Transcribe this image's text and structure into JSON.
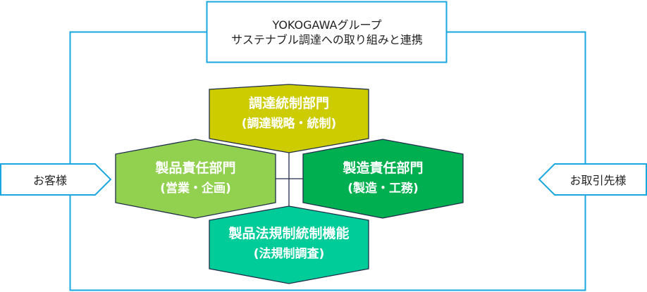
{
  "title": {
    "line1": "YOKOGAWAグループ",
    "line2": "サステナブル調達への取り組みと連携"
  },
  "left_party": "お客様",
  "right_party": "お取引先様",
  "hexagons": {
    "top": {
      "name": "調達統制部門",
      "sub": "(調達戦略・統制)",
      "color": "#cccc00"
    },
    "left": {
      "name": "製品責任部門",
      "sub": "(営業・企画)",
      "color": "#92d050"
    },
    "right": {
      "name": "製造責任部門",
      "sub": "(製造・工務)",
      "color": "#00b050"
    },
    "bottom": {
      "name": "製品法規制統制機能",
      "sub": "(法規制調査)",
      "color": "#00cc99"
    }
  },
  "colors": {
    "frame": "#1aa7e0",
    "hex_stroke": "#1f2d4a"
  }
}
